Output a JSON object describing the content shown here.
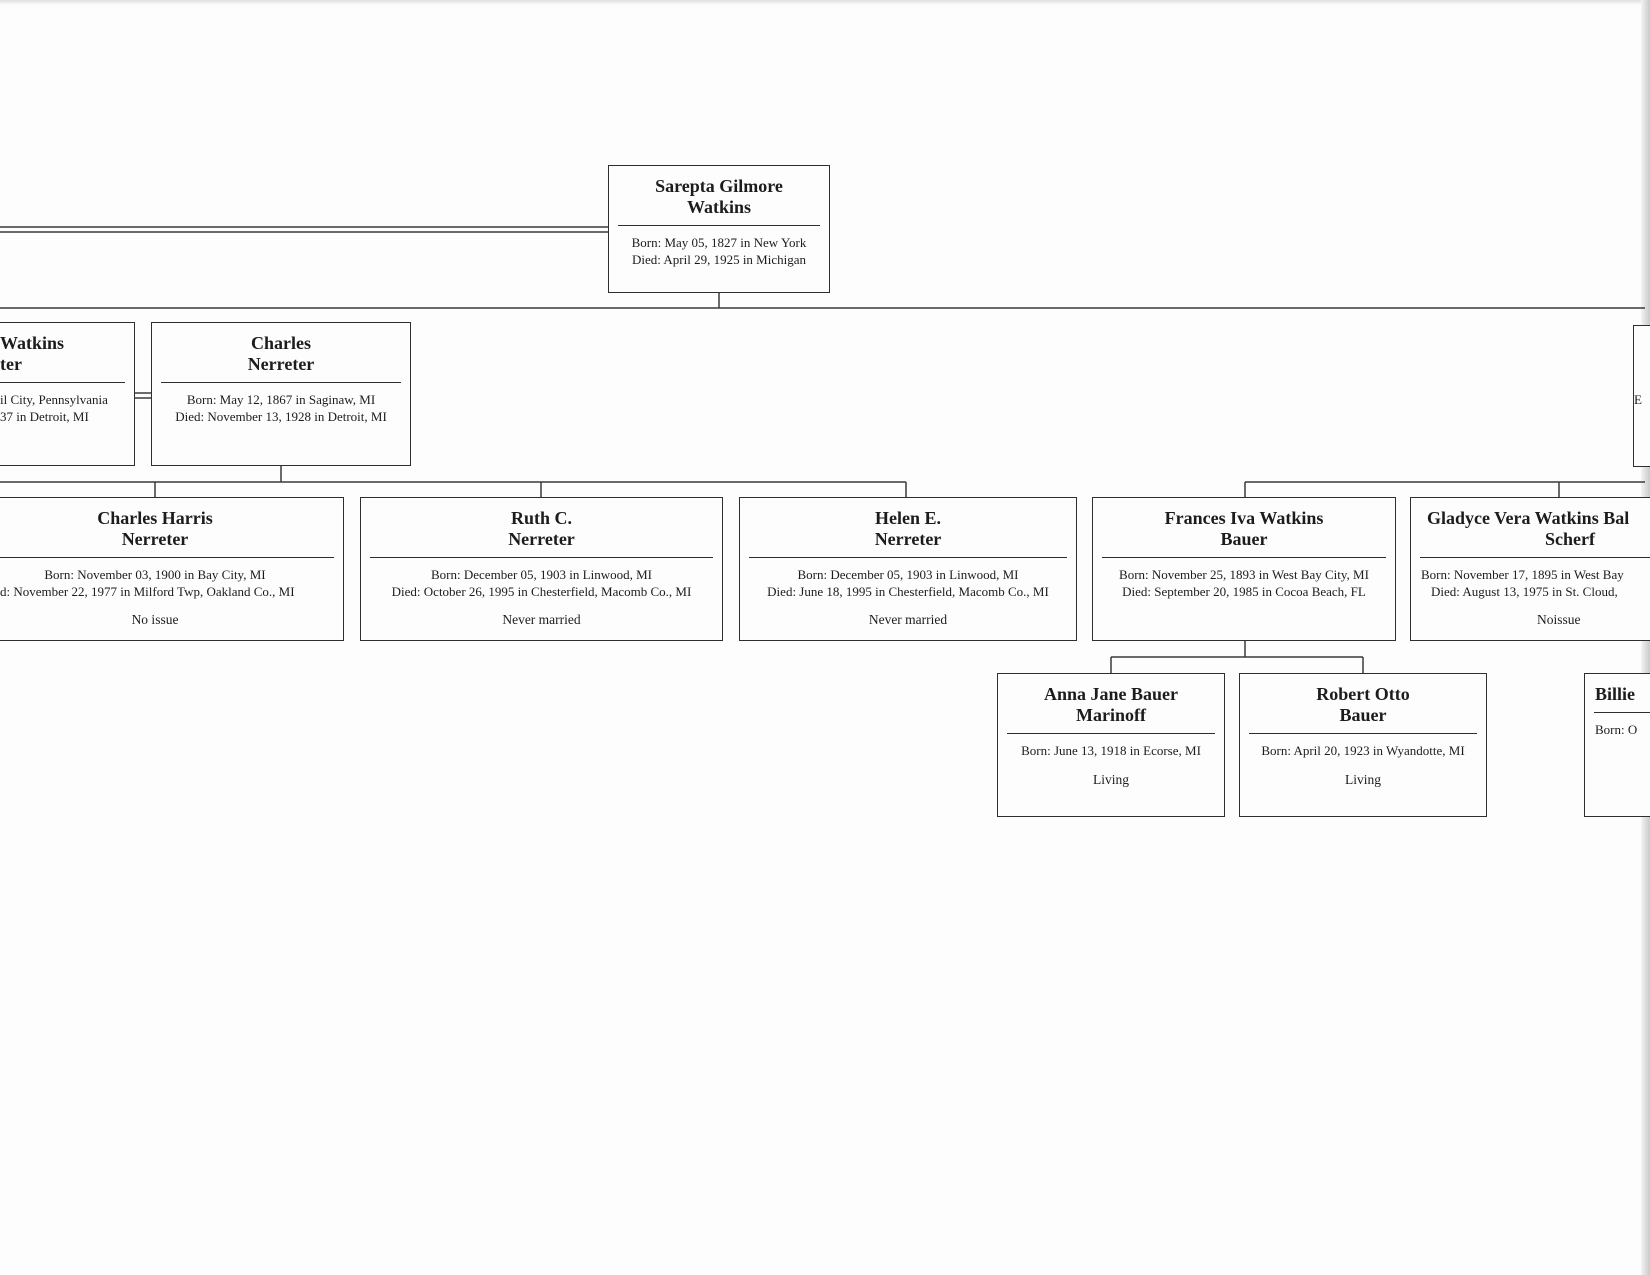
{
  "root": {
    "name_line1": "Sarepta Gilmore",
    "name_line2": "Watkins",
    "born": "Born: May 05, 1827 in New York",
    "died": "Died: April 29, 1925 in Michigan"
  },
  "generation2": [
    {
      "name_line1": "Watkins",
      "name_line2": "ter",
      "born": "il City, Pennsylvania",
      "died": "37 in Detroit, MI"
    },
    {
      "name_line1": "Charles",
      "name_line2": "Nerreter",
      "born": "Born: May 12, 1867 in Saginaw, MI",
      "died": "Died: November 13, 1928 in Detroit, MI"
    },
    {
      "name_line1": "",
      "name_line2": "",
      "born": "E",
      "died": ""
    }
  ],
  "generation3": [
    {
      "name_line1": "Charles Harris",
      "name_line2": "Nerreter",
      "born": "Born: November 03, 1900 in Bay City, MI",
      "died": "d: November 22, 1977 in Milford Twp, Oakland Co., MI",
      "note": "No issue"
    },
    {
      "name_line1": "Ruth C.",
      "name_line2": "Nerreter",
      "born": "Born: December 05, 1903 in Linwood, MI",
      "died": "Died: October 26, 1995 in Chesterfield, Macomb Co., MI",
      "note": "Never married"
    },
    {
      "name_line1": "Helen E.",
      "name_line2": "Nerreter",
      "born": "Born: December 05, 1903 in Linwood, MI",
      "died": "Died: June 18, 1995 in Chesterfield, Macomb Co., MI",
      "note": "Never married"
    },
    {
      "name_line1": "Frances Iva Watkins",
      "name_line2": "Bauer",
      "born": "Born: November 25, 1893 in West Bay City, MI",
      "died": "Died: September 20, 1985 in Cocoa Beach, FL",
      "note": ""
    },
    {
      "name_line1": "Gladyce Vera Watkins Bal",
      "name_line2": "Scherf",
      "born": "Born: November 17, 1895 in West Bay",
      "died": "Died: August 13, 1975 in St. Cloud,",
      "note": "Noissue"
    }
  ],
  "generation4": [
    {
      "name_line1": "Anna Jane Bauer",
      "name_line2": "Marinoff",
      "born": "Born: June 13, 1918 in Ecorse, MI",
      "note": "Living"
    },
    {
      "name_line1": "Robert Otto",
      "name_line2": "Bauer",
      "born": "Born: April 20, 1923 in Wyandotte, MI",
      "note": "Living"
    },
    {
      "name_line1": "Billie",
      "name_line2": "",
      "born": "Born: O",
      "note": ""
    }
  ]
}
